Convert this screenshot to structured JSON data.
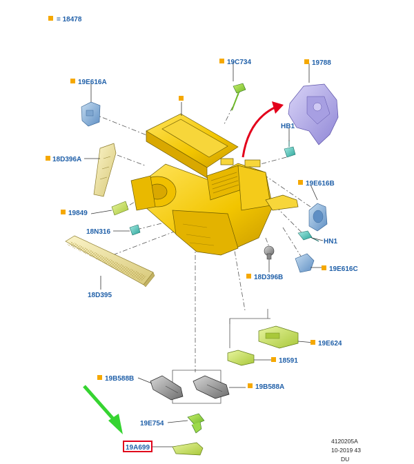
{
  "legend": {
    "equals": "= 18478"
  },
  "labels": {
    "l19C734": "19C734",
    "l19788": "19788",
    "l19E616A": "19E616A",
    "lHB1": "HB1",
    "l18D396A": "18D396A",
    "l19E616B": "19E616B",
    "l19849": "19849",
    "l18N316": "18N316",
    "lHN1": "HN1",
    "l19E616C": "19E616C",
    "l18D396B": "18D396B",
    "l18D395": "18D395",
    "l19E624": "19E624",
    "l18591": "18591",
    "l19B588B": "19B588B",
    "l19B588A": "19B588A",
    "l19E754": "19E754",
    "l19A699": "19A699"
  },
  "reference": {
    "code": "4120205A",
    "date": "10-2019 43",
    "region": "DU"
  },
  "colors": {
    "marker": "#f5a800",
    "label": "#1f5fa8",
    "housing": "#f2c500",
    "highlight_box": "#e0001b",
    "arrow_red": "#e3001b",
    "arrow_green": "#36d431",
    "actuator_blue": "#8fb3d8",
    "duct_purple": "#b9b2ea",
    "module_green": "#cde46a"
  }
}
